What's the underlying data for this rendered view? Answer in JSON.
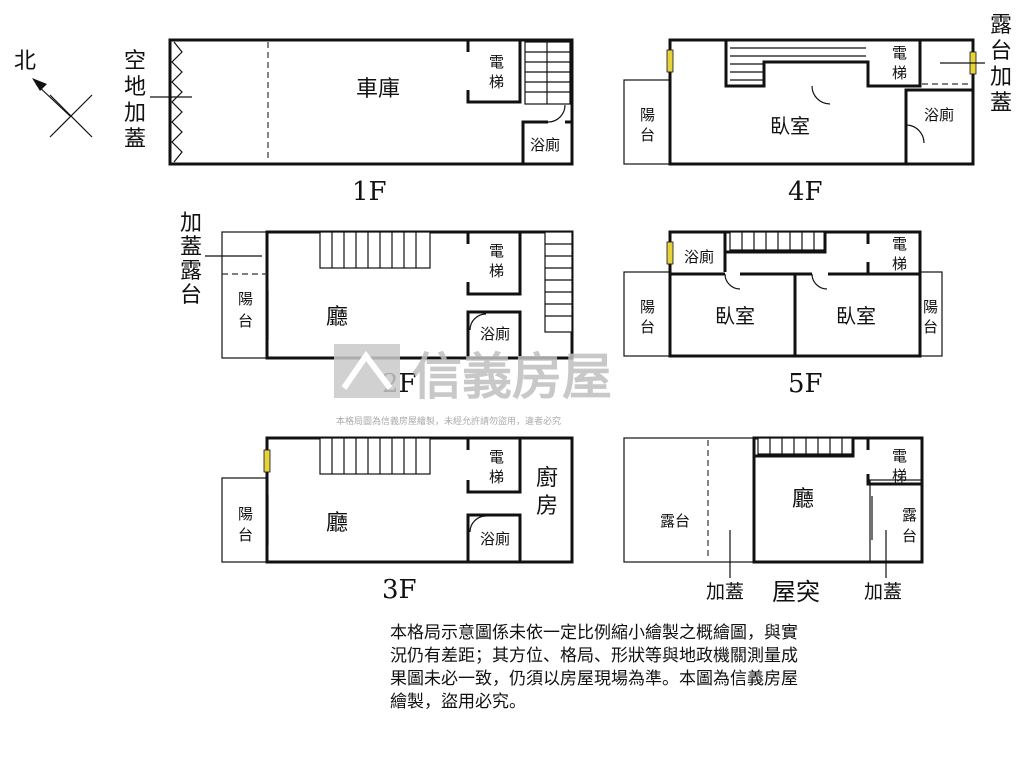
{
  "compass": {
    "north_label": "北"
  },
  "floors": {
    "f1": {
      "label": "1F",
      "rooms": {
        "garage": "車庫",
        "elevator": "電\n梯",
        "bath": "浴廁"
      },
      "side_note": [
        "空",
        "地",
        "加",
        "蓋"
      ]
    },
    "f2": {
      "label": "2F",
      "rooms": {
        "living": "廳",
        "elevator": "電\n梯",
        "bath": "浴廁",
        "balcony": "陽\n台"
      },
      "side_note": [
        "加",
        "蓋",
        "露",
        "台"
      ]
    },
    "f3": {
      "label": "3F",
      "rooms": {
        "living": "廳",
        "elevator": "電\n梯",
        "bath": "浴廁",
        "balcony": "陽\n台",
        "kitchen": "廚\n房"
      }
    },
    "f4": {
      "label": "4F",
      "rooms": {
        "bedroom": "臥室",
        "elevator": "電\n梯",
        "bath": "浴廁",
        "balcony": "陽\n台"
      },
      "side_note": [
        "露",
        "台",
        "加",
        "蓋"
      ]
    },
    "f5": {
      "label": "5F",
      "rooms": {
        "bath": "浴廁",
        "elevator": "電\n梯",
        "bedroom_a": "臥室",
        "bedroom_b": "臥室",
        "balcony_left": "陽\n台",
        "balcony_right": "陽\n台"
      }
    },
    "roof": {
      "label": "屋突",
      "rooms": {
        "living": "廳",
        "elevator": "電\n梯",
        "terrace_left": "露台",
        "terrace_right": "露\n台"
      },
      "notes": {
        "left": "加蓋",
        "right": "加蓋"
      }
    }
  },
  "watermark": {
    "brand": "信義房屋",
    "sub": "本格局圖為信義房屋繪製，未經允許請勿盜用，違者必究"
  },
  "disclaimer": "本格局示意圖係未依一定比例縮小繪製之概繪圖，與實況仍有差距；其方位、格局、形狀等與地政機關測量成果圖未必一致，仍須以房屋現場為準。本圖為信義房屋繪製，盜用必究。"
}
